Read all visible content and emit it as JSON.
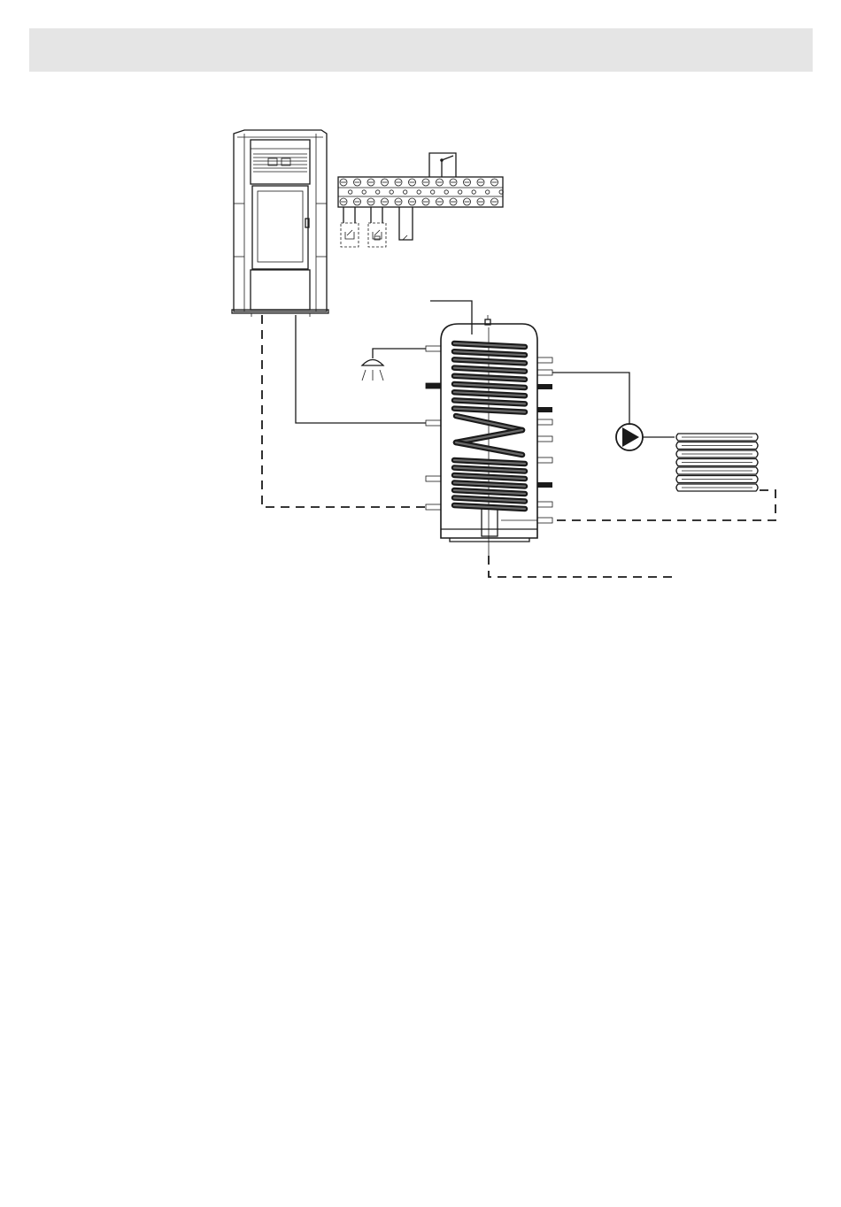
{
  "header": {
    "title": ""
  },
  "diagram": {
    "components": [
      {
        "id": "pellet-stove",
        "icon": "stove-icon"
      },
      {
        "id": "terminal-block",
        "icon": "terminal-block-icon",
        "terminal_count": 12
      },
      {
        "id": "thermostat-contacts",
        "icon": "thermostat-icon",
        "count": 2
      },
      {
        "id": "storage-tank",
        "icon": "storage-tank-icon"
      },
      {
        "id": "shower-outlet",
        "icon": "shower-icon"
      },
      {
        "id": "circulation-pump",
        "icon": "pump-icon"
      },
      {
        "id": "radiator",
        "icon": "radiator-icon",
        "sections": 7
      }
    ],
    "colors": {
      "stroke": "#1a1a1a",
      "header_bg": "#e5e5e5"
    }
  }
}
